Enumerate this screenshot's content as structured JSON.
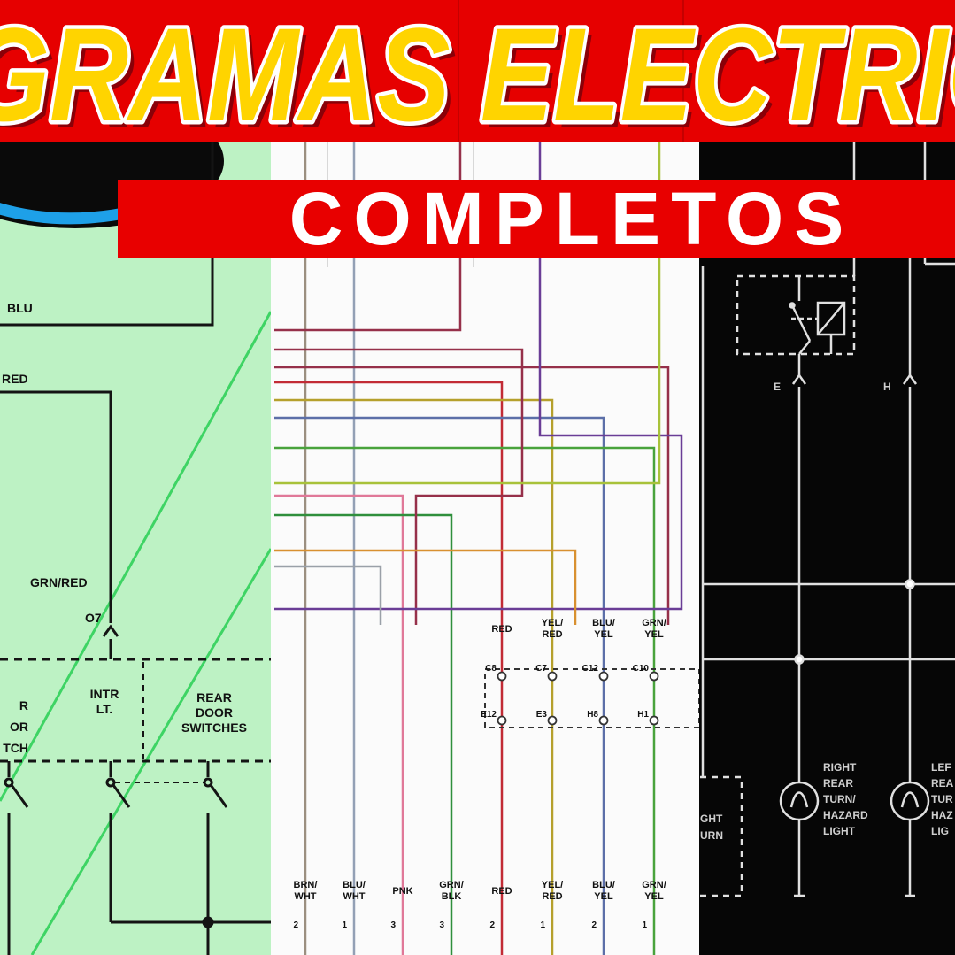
{
  "banner": {
    "title": "GRAMAS ELECTRIC",
    "subtitle": "COMPLETOS"
  },
  "left_panel": {
    "label_blu": "BLU",
    "label_red": "RED",
    "label_grn_red": "GRN/RED",
    "label_o7": "O7",
    "label_intr_lt": "INTR\nLT.",
    "label_rear_door_switches": "REAR\nDOOR\nSWITCHES",
    "label_left_switch_partial": "R\nOR\nTCH"
  },
  "middle_panel": {
    "top_wire_labels": [
      "RED",
      "YEL/\nRED",
      "BLU/\nYEL",
      "GRN/\nYEL"
    ],
    "connector_pins_top": [
      "C8",
      "C7",
      "C12",
      "C10"
    ],
    "connector_pins_bottom": [
      "E12",
      "E3",
      "H8",
      "H1"
    ],
    "bottom_wire_labels": [
      "BRN/\nWHT",
      "BLU/\nWHT",
      "PNK",
      "GRN/\nBLK",
      "RED",
      "YEL/\nRED",
      "BLU/\nYEL",
      "GRN/\nYEL"
    ],
    "pin_numbers": [
      "2",
      "1",
      "3",
      "3",
      "2",
      "1",
      "2",
      "1"
    ]
  },
  "right_panel": {
    "pin_e": "E",
    "pin_h": "H",
    "label_right_lamp": "RIGHT\nREAR\nTURN/\nHAZARD\nLIGHT",
    "label_left_lamp_partial": "LEF\nREA\nTUR\nHAZ\nLIG",
    "label_switch_partial": "GHT\nURN"
  },
  "colors": {
    "banner_red": "#e60000",
    "title_gold": "#ffd400",
    "title_outline": "#ffffff",
    "subtitle_bar_red": "#e80000",
    "left_panel_green": "#bdf2c4",
    "middle_panel_white": "#fbfbfb",
    "right_panel_black": "#060606"
  }
}
